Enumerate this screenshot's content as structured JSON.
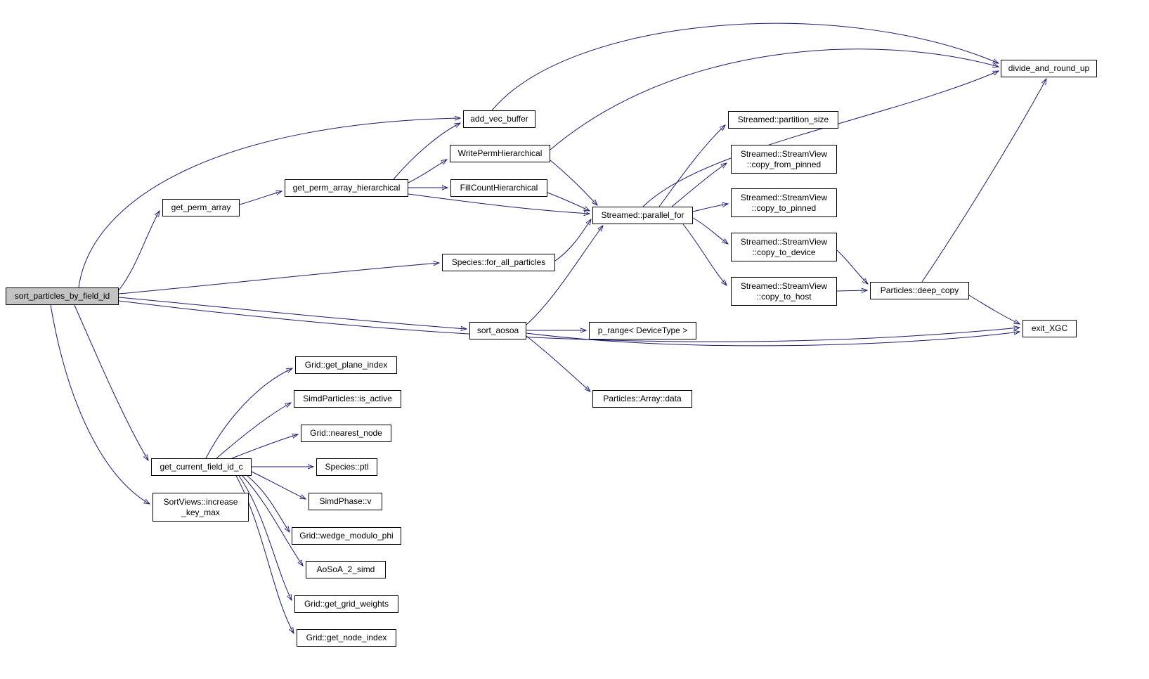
{
  "diagram": {
    "type": "call-graph",
    "root": "sort_particles_by_field_id",
    "colors": {
      "edge": "#191970",
      "node_border": "#000000",
      "node_background": "#ffffff",
      "root_background": "#c3c3c3"
    },
    "nodes": {
      "sort_particles_by_field_id": {
        "label": "sort_particles_by_field_id",
        "root": true
      },
      "get_perm_array": {
        "label": "get_perm_array"
      },
      "get_perm_array_hierarchical": {
        "label": "get_perm_array_hierarchical"
      },
      "add_vec_buffer": {
        "label": "add_vec_buffer"
      },
      "write_perm_hierarchical": {
        "label": "WritePermHierarchical"
      },
      "fill_count_hierarchical": {
        "label": "FillCountHierarchical"
      },
      "parallel_for": {
        "label": "Streamed::parallel_for"
      },
      "partition_size": {
        "label": "Streamed::partition_size"
      },
      "copy_from_pinned": {
        "lines": [
          "Streamed::StreamView",
          "::copy_from_pinned"
        ]
      },
      "copy_to_pinned": {
        "lines": [
          "Streamed::StreamView",
          "::copy_to_pinned"
        ]
      },
      "copy_to_device": {
        "lines": [
          "Streamed::StreamView",
          "::copy_to_device"
        ]
      },
      "copy_to_host": {
        "lines": [
          "Streamed::StreamView",
          "::copy_to_host"
        ]
      },
      "deep_copy": {
        "label": "Particles::deep_copy"
      },
      "divide_and_round_up": {
        "label": "divide_and_round_up"
      },
      "exit_xgc": {
        "label": "exit_XGC"
      },
      "for_all_particles": {
        "label": "Species::for_all_particles"
      },
      "sort_aosoa": {
        "label": "sort_aosoa"
      },
      "p_range": {
        "label": "p_range< DeviceType >"
      },
      "array_data": {
        "label": "Particles::Array::data"
      },
      "get_plane_index": {
        "label": "Grid::get_plane_index"
      },
      "is_active": {
        "label": "SimdParticles::is_active"
      },
      "nearest_node": {
        "label": "Grid::nearest_node"
      },
      "species_ptl": {
        "label": "Species::ptl"
      },
      "get_current_field_id_c": {
        "label": "get_current_field_id_c"
      },
      "simdphase_v": {
        "label": "SimdPhase::v"
      },
      "wedge_modulo_phi": {
        "label": "Grid::wedge_modulo_phi"
      },
      "aosoa_2_simd": {
        "label": "AoSoA_2_simd"
      },
      "get_grid_weights": {
        "label": "Grid::get_grid_weights"
      },
      "get_node_index": {
        "label": "Grid::get_node_index"
      },
      "increase_key_max": {
        "lines": [
          "SortViews::increase",
          "_key_max"
        ]
      }
    },
    "edges": [
      {
        "from": "sort_particles_by_field_id",
        "to": "get_perm_array"
      },
      {
        "from": "sort_particles_by_field_id",
        "to": "add_vec_buffer"
      },
      {
        "from": "sort_particles_by_field_id",
        "to": "for_all_particles"
      },
      {
        "from": "sort_particles_by_field_id",
        "to": "sort_aosoa"
      },
      {
        "from": "sort_particles_by_field_id",
        "to": "get_current_field_id_c"
      },
      {
        "from": "sort_particles_by_field_id",
        "to": "increase_key_max"
      },
      {
        "from": "sort_particles_by_field_id",
        "to": "exit_xgc"
      },
      {
        "from": "get_perm_array",
        "to": "get_perm_array_hierarchical"
      },
      {
        "from": "get_perm_array_hierarchical",
        "to": "add_vec_buffer"
      },
      {
        "from": "get_perm_array_hierarchical",
        "to": "write_perm_hierarchical"
      },
      {
        "from": "get_perm_array_hierarchical",
        "to": "fill_count_hierarchical"
      },
      {
        "from": "get_perm_array_hierarchical",
        "to": "parallel_for"
      },
      {
        "from": "add_vec_buffer",
        "to": "divide_and_round_up"
      },
      {
        "from": "write_perm_hierarchical",
        "to": "parallel_for"
      },
      {
        "from": "write_perm_hierarchical",
        "to": "divide_and_round_up"
      },
      {
        "from": "fill_count_hierarchical",
        "to": "parallel_for"
      },
      {
        "from": "parallel_for",
        "to": "partition_size"
      },
      {
        "from": "parallel_for",
        "to": "copy_from_pinned"
      },
      {
        "from": "parallel_for",
        "to": "copy_to_pinned"
      },
      {
        "from": "parallel_for",
        "to": "copy_to_device"
      },
      {
        "from": "parallel_for",
        "to": "copy_to_host"
      },
      {
        "from": "parallel_for",
        "to": "divide_and_round_up"
      },
      {
        "from": "copy_to_device",
        "to": "deep_copy"
      },
      {
        "from": "copy_to_host",
        "to": "deep_copy"
      },
      {
        "from": "deep_copy",
        "to": "divide_and_round_up"
      },
      {
        "from": "deep_copy",
        "to": "exit_xgc"
      },
      {
        "from": "for_all_particles",
        "to": "parallel_for"
      },
      {
        "from": "sort_aosoa",
        "to": "p_range"
      },
      {
        "from": "sort_aosoa",
        "to": "array_data"
      },
      {
        "from": "sort_aosoa",
        "to": "parallel_for"
      },
      {
        "from": "sort_aosoa",
        "to": "exit_xgc"
      },
      {
        "from": "get_current_field_id_c",
        "to": "get_plane_index"
      },
      {
        "from": "get_current_field_id_c",
        "to": "is_active"
      },
      {
        "from": "get_current_field_id_c",
        "to": "nearest_node"
      },
      {
        "from": "get_current_field_id_c",
        "to": "species_ptl"
      },
      {
        "from": "get_current_field_id_c",
        "to": "simdphase_v"
      },
      {
        "from": "get_current_field_id_c",
        "to": "wedge_modulo_phi"
      },
      {
        "from": "get_current_field_id_c",
        "to": "aosoa_2_simd"
      },
      {
        "from": "get_current_field_id_c",
        "to": "get_grid_weights"
      },
      {
        "from": "get_current_field_id_c",
        "to": "get_node_index"
      }
    ]
  }
}
